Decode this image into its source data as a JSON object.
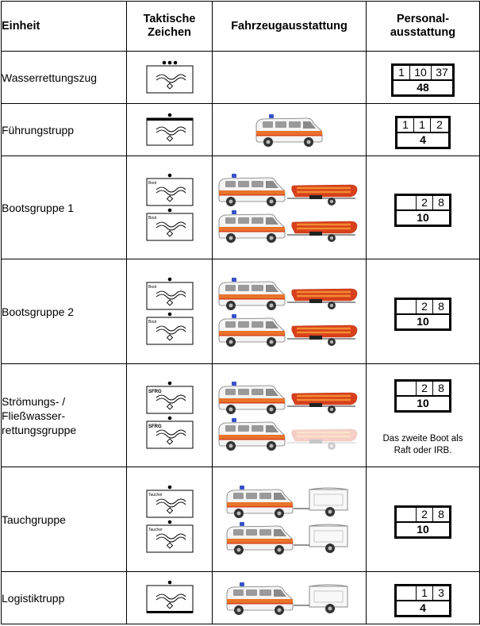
{
  "header": {
    "col_unit": "Einheit",
    "col_sign_1": "Taktische",
    "col_sign_2": "Zeichen",
    "col_vehicle": "Fahrzeugausstattung",
    "col_personnel_1": "Personal-",
    "col_personnel_2": "ausstattung"
  },
  "rows": [
    {
      "unit": "Wasserrettungszug",
      "personnel": [
        "1",
        "10",
        "37"
      ],
      "total": "48"
    },
    {
      "unit": "Führungstrupp",
      "personnel": [
        "1",
        "1",
        "2"
      ],
      "total": "4"
    },
    {
      "unit": "Bootsgruppe 1",
      "personnel": [
        "",
        "2",
        "8"
      ],
      "total": "10",
      "sign_label": "Boot"
    },
    {
      "unit": "Bootsgruppe 2",
      "personnel": [
        "",
        "2",
        "8"
      ],
      "total": "10",
      "sign_label": "Boot"
    },
    {
      "unit_1": "Strömungs- /",
      "unit_2": "Fließwasser-",
      "unit_3": "rettungsgruppe",
      "personnel": [
        "",
        "2",
        "8"
      ],
      "total": "10",
      "sign_label": "SFRG",
      "note_1": "Das zweite Boot als",
      "note_2": "Raft oder IRB."
    },
    {
      "unit": "Tauchgruppe",
      "personnel": [
        "",
        "2",
        "8"
      ],
      "total": "10",
      "sign_label": "Taucher"
    },
    {
      "unit": "Logistiktrupp",
      "personnel": [
        "",
        "1",
        "3"
      ],
      "total": "4"
    }
  ],
  "colors": {
    "vehicle_body": "#f4f4f4",
    "stripe": "#e8742a",
    "boat": "#d9401c",
    "boat_light": "#f08c30",
    "beacon": "#3553c8"
  }
}
